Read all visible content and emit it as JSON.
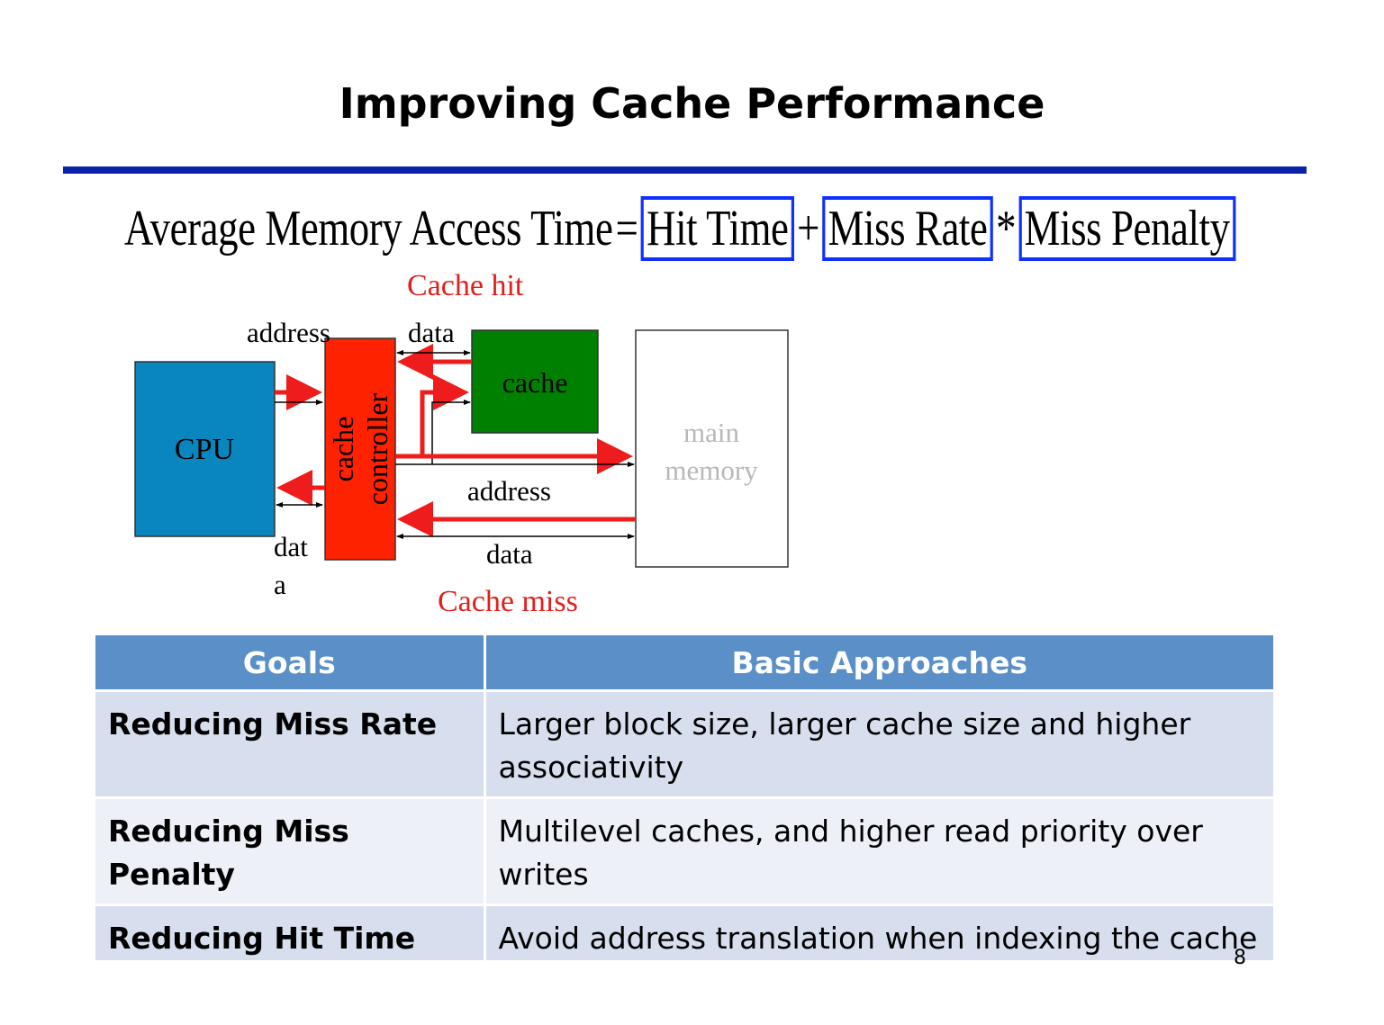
{
  "slide": {
    "title": "Improving Cache Performance",
    "page_number": "8"
  },
  "formula": {
    "lhs": "Average Memory Access Time",
    "equals": "=",
    "term1": "Hit Time",
    "plus": "+",
    "term2": "Miss Rate",
    "times": "*",
    "term3": "Miss Penalty",
    "box_color": "#1030ff"
  },
  "diagram": {
    "cache_hit_label": "Cache hit",
    "cache_miss_label": "Cache miss",
    "cpu_label": "CPU",
    "controller_label_line1": "cache",
    "controller_label_line2": "controller",
    "cache_label": "cache",
    "memory_label_line1": "main",
    "memory_label_line2": "memory",
    "address_top": "address",
    "data_top": "data",
    "data_left_line1": "dat",
    "data_left_line2": "a",
    "address_mid": "address",
    "data_bottom": "data",
    "colors": {
      "cpu": "#0a86bf",
      "controller": "#ff2200",
      "cache": "#008000",
      "hit_miss_text": "#e0201c",
      "arrow_red": "#ee1c1c"
    }
  },
  "table": {
    "headers": [
      "Goals",
      "Basic Approaches"
    ],
    "rows": [
      {
        "goal": "Reducing Miss Rate",
        "approach": "Larger block size, larger cache size and higher associativity"
      },
      {
        "goal": "Reducing Miss Penalty",
        "approach": "Multilevel caches, and higher read priority over writes"
      },
      {
        "goal": "Reducing Hit Time",
        "approach": "Avoid address translation when indexing the cache"
      }
    ],
    "header_color": "#5b8fc7"
  }
}
